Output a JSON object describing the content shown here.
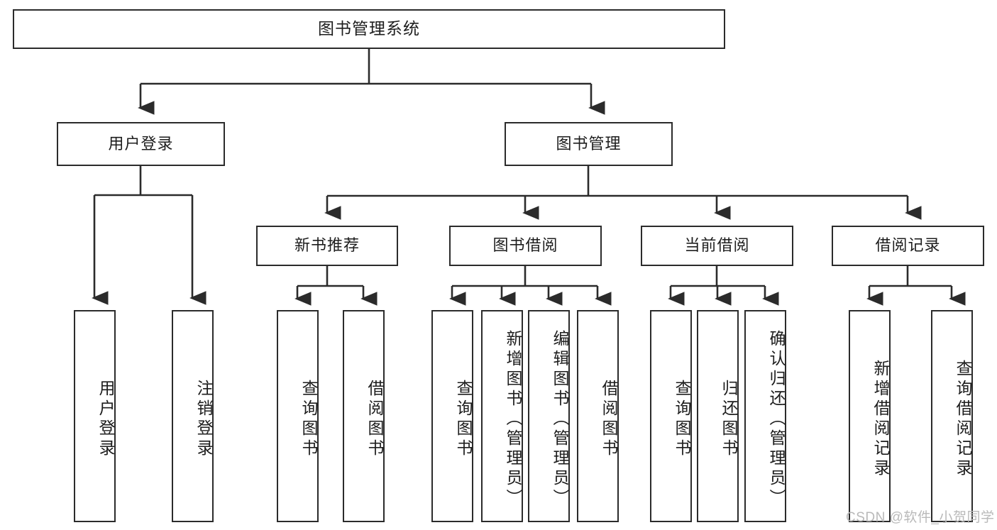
{
  "diagram": {
    "type": "tree-hierarchy",
    "title": "图书管理系统",
    "levels": [
      {
        "level": 1,
        "nodes": [
          {
            "id": "root",
            "label": "图书管理系统",
            "orientation": "horizontal"
          }
        ]
      },
      {
        "level": 2,
        "nodes": [
          {
            "id": "user-login",
            "label": "用户登录",
            "orientation": "horizontal",
            "parent": "root"
          },
          {
            "id": "book-manage",
            "label": "图书管理",
            "orientation": "horizontal",
            "parent": "root"
          }
        ]
      },
      {
        "level": 3,
        "nodes": [
          {
            "id": "new-book-rec",
            "label": "新书推荐",
            "orientation": "horizontal",
            "parent": "book-manage"
          },
          {
            "id": "book-borrow",
            "label": "图书借阅",
            "orientation": "horizontal",
            "parent": "book-manage"
          },
          {
            "id": "current-borrow",
            "label": "当前借阅",
            "orientation": "horizontal",
            "parent": "book-manage"
          },
          {
            "id": "borrow-record",
            "label": "借阅记录",
            "orientation": "horizontal",
            "parent": "book-manage"
          }
        ]
      },
      {
        "level": 4,
        "nodes": [
          {
            "id": "leaf-user-login",
            "label": "用户登录",
            "orientation": "vertical",
            "parent": "user-login"
          },
          {
            "id": "leaf-user-logout",
            "label": "注销登录",
            "orientation": "vertical",
            "parent": "user-login"
          },
          {
            "id": "leaf-query-book-1",
            "label": "查询图书",
            "orientation": "vertical",
            "parent": "new-book-rec"
          },
          {
            "id": "leaf-borrow-book-1",
            "label": "借阅图书",
            "orientation": "vertical",
            "parent": "new-book-rec"
          },
          {
            "id": "leaf-query-book-2",
            "label": "查询图书",
            "orientation": "vertical",
            "parent": "book-borrow"
          },
          {
            "id": "leaf-add-book",
            "label": "新增图书（管理员）",
            "orientation": "vertical",
            "parent": "book-borrow"
          },
          {
            "id": "leaf-edit-book",
            "label": "编辑图书（管理员）",
            "orientation": "vertical",
            "parent": "book-borrow"
          },
          {
            "id": "leaf-borrow-book-2",
            "label": "借阅图书",
            "orientation": "vertical",
            "parent": "book-borrow"
          },
          {
            "id": "leaf-query-book-3",
            "label": "查询图书",
            "orientation": "vertical",
            "parent": "current-borrow"
          },
          {
            "id": "leaf-return-book",
            "label": "归还图书",
            "orientation": "vertical",
            "parent": "current-borrow"
          },
          {
            "id": "leaf-confirm-return",
            "label": "确认归还（管理员）",
            "orientation": "vertical",
            "parent": "current-borrow"
          },
          {
            "id": "leaf-add-record",
            "label": "新增借阅记录",
            "orientation": "vertical",
            "parent": "borrow-record"
          },
          {
            "id": "leaf-query-record",
            "label": "查询借阅记录",
            "orientation": "vertical",
            "parent": "borrow-record"
          }
        ]
      }
    ],
    "colors": {
      "box_border": "#2b2b2b",
      "box_fill": "#ffffff",
      "text": "#1d1d1d",
      "connector": "#2b2b2b",
      "watermark": "#b9b9b9",
      "background": "#ffffff"
    }
  },
  "watermark": {
    "text": "CSDN @软件_小贺同学"
  }
}
